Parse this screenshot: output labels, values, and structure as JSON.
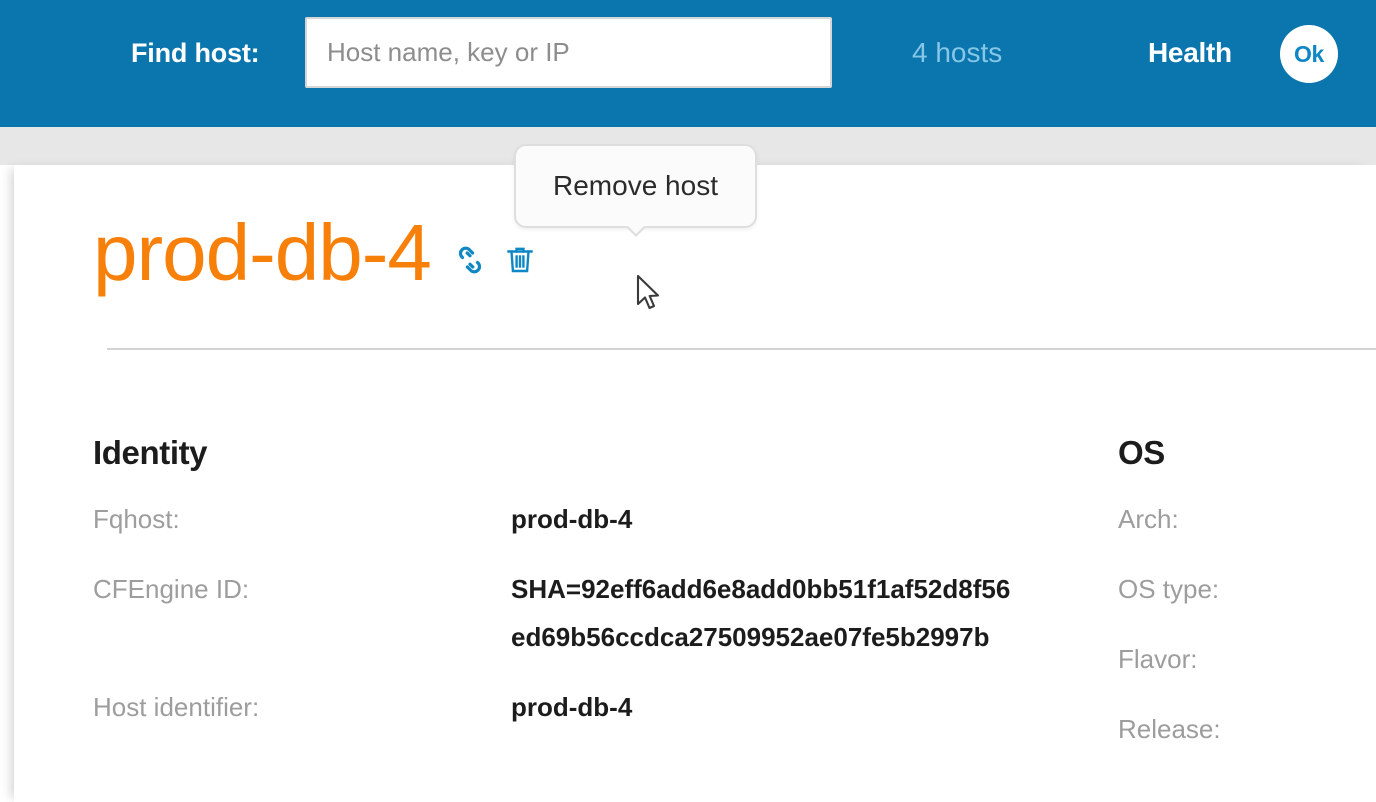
{
  "header": {
    "find_host_label": "Find host:",
    "search": {
      "placeholder": "Host name, key or IP",
      "value": ""
    },
    "host_count": "4 hosts",
    "health_label": "Health",
    "health_status": "Ok",
    "bar_color": "#0b76ae",
    "host_count_color": "#86c6e6"
  },
  "tooltip": {
    "text": "Remove host"
  },
  "page": {
    "title": "prod-db-4",
    "title_color": "#f7800a",
    "actions": [
      {
        "name": "copy-link-icon",
        "label": "Copy link"
      },
      {
        "name": "remove-host-icon",
        "label": "Remove host"
      }
    ],
    "action_icon_color": "#0f87c4"
  },
  "identity": {
    "heading": "Identity",
    "fields": [
      {
        "label": "Fqhost:",
        "value": "prod-db-4"
      },
      {
        "label": "CFEngine ID:",
        "value": "SHA=92eff6add6e8add0bb51f1af52d8f56ed69b56ccdca27509952ae07fe5b2997b"
      },
      {
        "label": "Host identifier:",
        "value": "prod-db-4"
      }
    ]
  },
  "os": {
    "heading": "OS",
    "fields": [
      {
        "label": "Arch:",
        "value": ""
      },
      {
        "label": "OS type:",
        "value": ""
      },
      {
        "label": "Flavor:",
        "value": ""
      },
      {
        "label": "Release:",
        "value": ""
      }
    ]
  }
}
